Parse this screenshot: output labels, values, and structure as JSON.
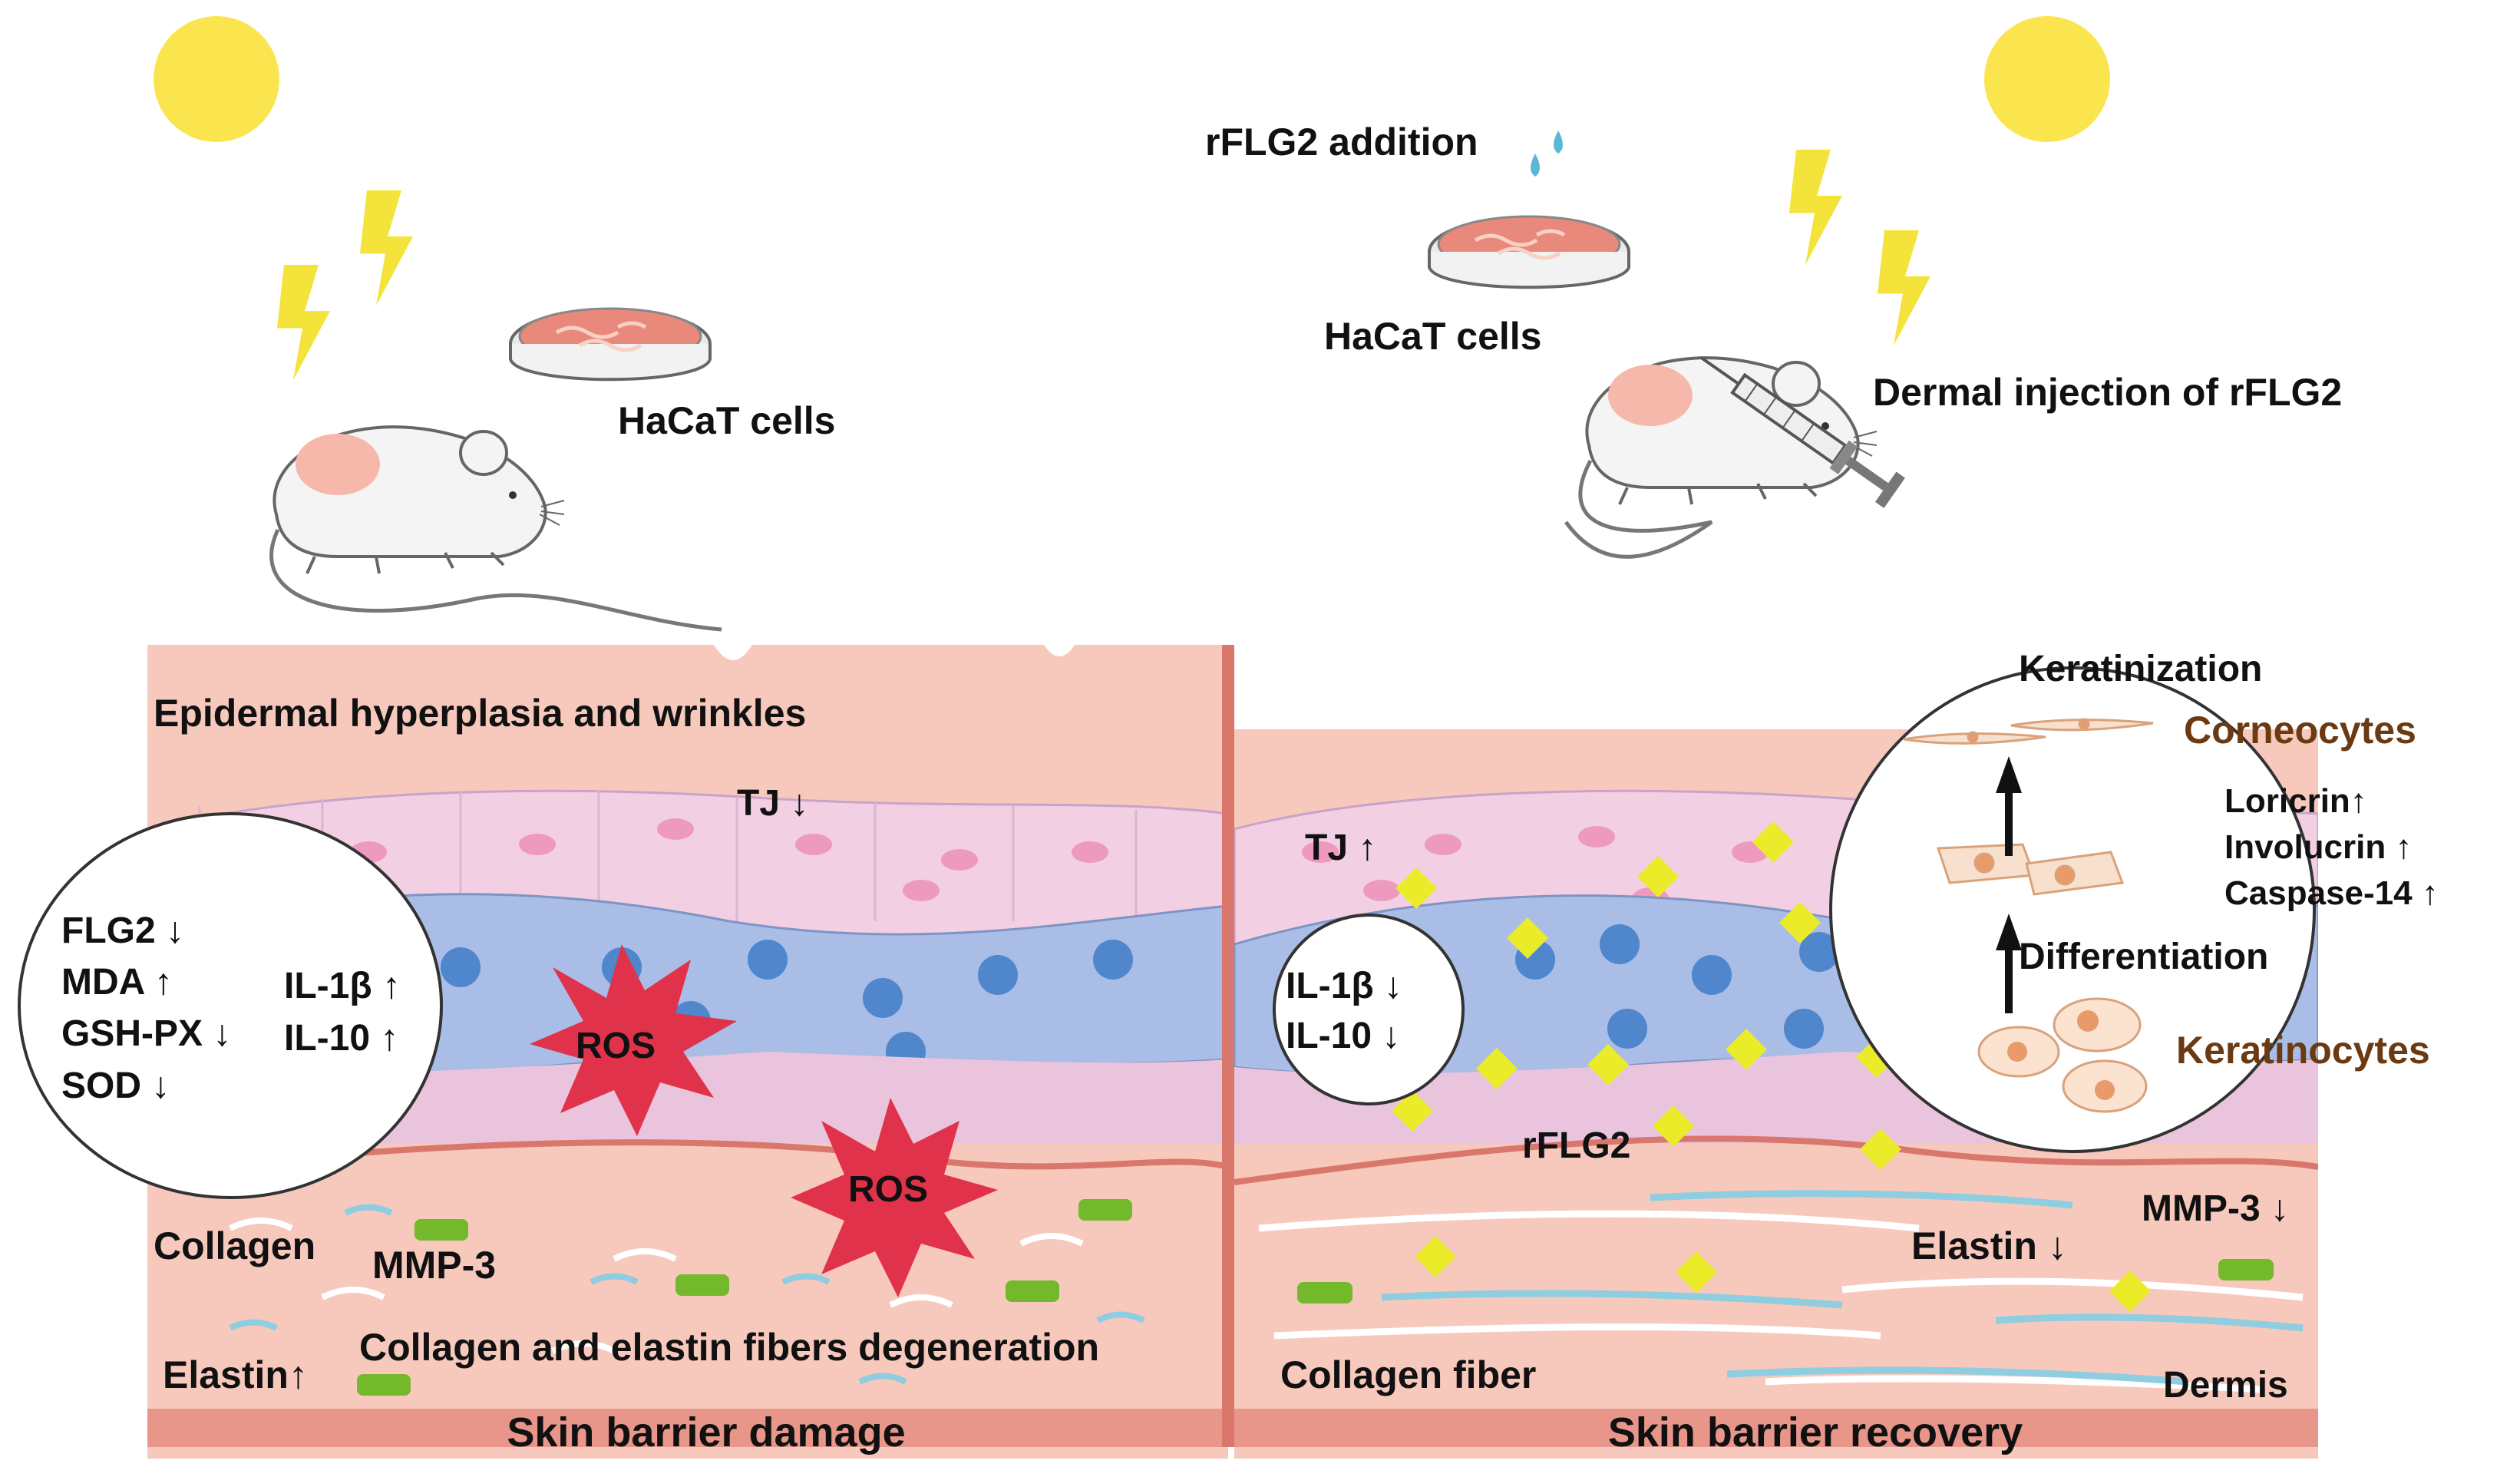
{
  "top": {
    "left_cells_label": "HaCaT cells",
    "right_addition_label": "rFLG2  addition",
    "right_cells_label": "HaCaT cells",
    "right_injection_label": "Dermal injection of rFLG2"
  },
  "damage": {
    "title": "Epidermal hyperplasia  and wrinkles",
    "tj": "TJ ↓",
    "markers": [
      "FLG2 ↓",
      "MDA ↑",
      "GSH-PX ↓",
      "SOD ↓"
    ],
    "cytokines": [
      "IL-1β ↑",
      "IL-10 ↑"
    ],
    "ros_label": "ROS",
    "collagen": "Collagen",
    "mmp3": "MMP-3",
    "elastin": "Elastin↑",
    "fibers": "Collagen and elastin fibers degeneration",
    "footer": "Skin barrier damage"
  },
  "recovery": {
    "tj": "TJ ↑",
    "cytokines": [
      "IL-1β ↓",
      "IL-10 ↓"
    ],
    "rflg2": "rFLG2",
    "elastin": "Elastin ↓",
    "mmp3": "MMP-3 ↓",
    "collagen_fiber": "Collagen fiber",
    "dermis": "Dermis",
    "footer": "Skin barrier recovery"
  },
  "inset": {
    "keratinization": "Keratinization",
    "corneocytes": "Corneocytes",
    "differentiation": "Differentiation",
    "keratinocytes": "Keratinocytes",
    "markers": [
      "Loricrin↑",
      "Involucrin ↑",
      "Caspase-14 ↑"
    ]
  },
  "colors": {
    "skin": "#f7c9bd",
    "skin_edge": "#d9776c",
    "band": "#e8968a",
    "pink_cell": "#f2cfe3",
    "blue_cell": "#a9bde6",
    "nucleus": "#4f86cc",
    "sun": "#fbe54f",
    "bolt": "#f3e33b",
    "ros": "#e0324a",
    "diamond": "#eaec2a",
    "green": "#74b82c",
    "fiber": "#8fcde0",
    "brown_text": "#6b3a12"
  }
}
